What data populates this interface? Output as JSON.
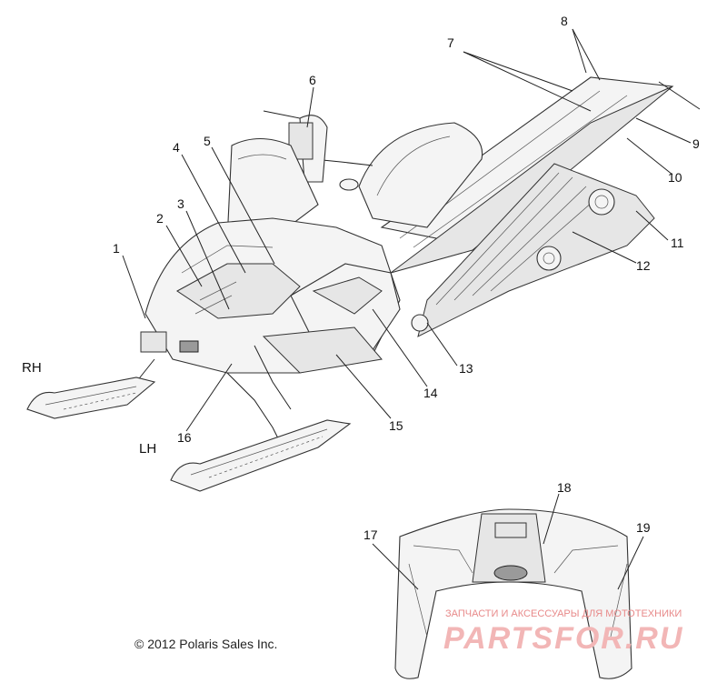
{
  "callouts": [
    "1",
    "2",
    "3",
    "4",
    "5",
    "6",
    "7",
    "8",
    "9",
    "10",
    "11",
    "12",
    "13",
    "14",
    "15",
    "16",
    "17",
    "18",
    "19"
  ],
  "side_labels": {
    "rh": "RH",
    "lh": "LH"
  },
  "copyright": "© 2012 Polaris Sales Inc.",
  "watermark": {
    "subtitle": "ЗАПЧАСТИ И АКСЕССУАРЫ ДЛЯ МОТОТЕХНИКИ",
    "brand": "PARTSFOR.RU"
  }
}
